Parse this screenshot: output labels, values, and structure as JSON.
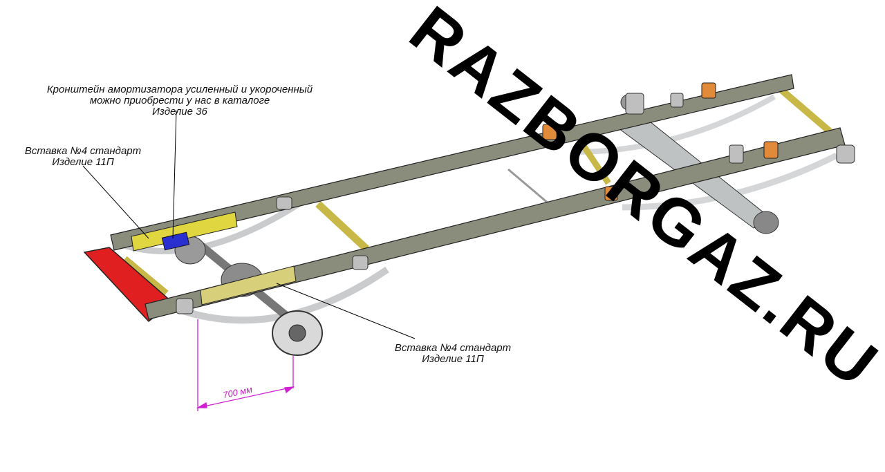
{
  "watermark": {
    "text": "RAZBORGAZ.RU"
  },
  "labels": {
    "bracket": {
      "line1": "Кронштейн амортизатора усиленный и укороченный",
      "line2": "можно приобрести у нас в каталоге",
      "line3": "Изделие 36"
    },
    "insert_left": {
      "line1": "Вставка №4 стандарт",
      "line2": "Изделие 11П"
    },
    "insert_right": {
      "line1": "Вставка №4 стандарт",
      "line2": "Изделие 11П"
    }
  },
  "dimension": {
    "text": "700 мм"
  },
  "colors": {
    "frame": "#8a8c7c",
    "frame_dark": "#5e6055",
    "insert_yellow": "#e0d640",
    "bracket_blue": "#2a2fd0",
    "rear_member_red": "#e02020",
    "crossbar_olive": "#c8b848",
    "bump_stop_orange": "#e08a3a",
    "spring": "#d4d6d8",
    "dimension_magenta": "#d020d0"
  }
}
